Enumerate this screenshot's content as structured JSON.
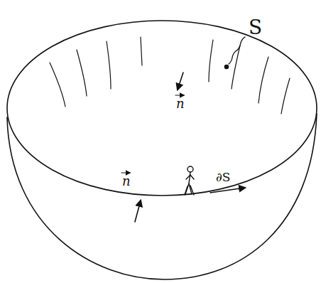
{
  "diagram": {
    "labels": [
      "S",
      "n",
      "n",
      "∂S"
    ]
  }
}
